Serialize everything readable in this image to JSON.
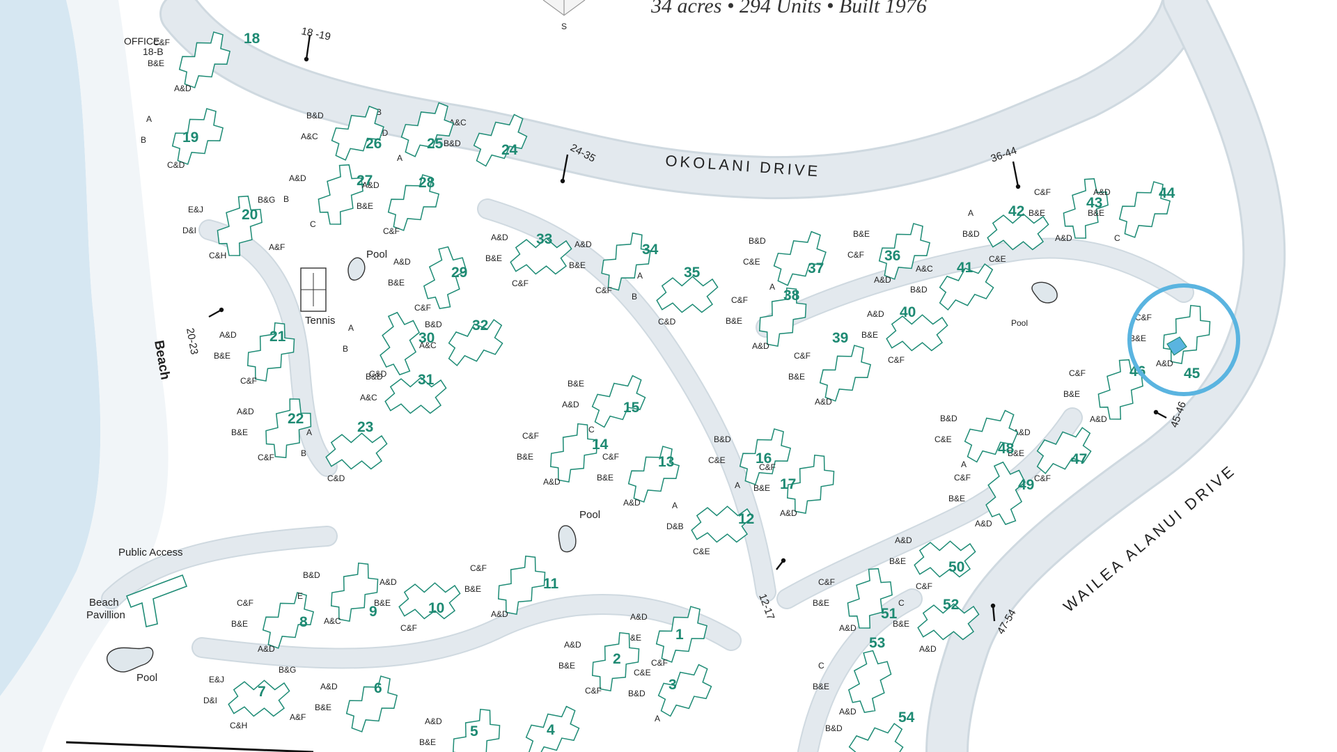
{
  "header": {
    "subtitle": "34 acres • 294 Units • Built 1976"
  },
  "compass": {
    "label": "S"
  },
  "streets": {
    "okolani": "OKOLANI DRIVE",
    "wailea": "WAILEA ALANUI DRIVE"
  },
  "labels": {
    "office": "OFFICE",
    "office_sub": "18-B",
    "beach": "Beach",
    "tennis": "Tennis",
    "pool": "Pool",
    "public_access": "Public Access",
    "beach_pavilion_1": "Beach",
    "beach_pavilion_2": "Pavillion"
  },
  "access_arrows": [
    "18 -19",
    "24-35",
    "36-44",
    "20-23",
    "12-17",
    "45-46",
    "47-54"
  ],
  "highlight": {
    "building": "45",
    "color": "#5ab4e0"
  },
  "colors": {
    "building_outline": "#1f8c76",
    "building_number": "#1e8a73",
    "water": "#d6e7f2"
  },
  "buildings": [
    {
      "n": "1",
      "units": [
        "A&D",
        "B&E",
        "C&F"
      ]
    },
    {
      "n": "2",
      "units": [
        "A&D",
        "B&E",
        "C&F"
      ]
    },
    {
      "n": "3",
      "units": [
        "C&E",
        "B&D",
        "A"
      ]
    },
    {
      "n": "4",
      "units": []
    },
    {
      "n": "5",
      "units": [
        "A&D",
        "B&E"
      ]
    },
    {
      "n": "6",
      "units": [
        "A&D",
        "B&E"
      ]
    },
    {
      "n": "7",
      "units": [
        "E&J",
        "D&I",
        "C&H",
        "B&G",
        "A&F"
      ]
    },
    {
      "n": "8",
      "units": [
        "C&F",
        "B&E",
        "A&D"
      ]
    },
    {
      "n": "9",
      "units": [
        "B&D",
        "E",
        "A&C"
      ]
    },
    {
      "n": "10",
      "units": [
        "A&D",
        "B&E",
        "C&F"
      ]
    },
    {
      "n": "11",
      "units": [
        "C&F",
        "B&E",
        "A&D"
      ]
    },
    {
      "n": "12",
      "units": [
        "A",
        "D&B",
        "C&E"
      ]
    },
    {
      "n": "13",
      "units": [
        "C&F",
        "B&E",
        "A&D"
      ]
    },
    {
      "n": "14",
      "units": [
        "C&F",
        "B&E",
        "A&D"
      ]
    },
    {
      "n": "15",
      "units": [
        "B&E",
        "A&D",
        "C"
      ]
    },
    {
      "n": "16",
      "units": [
        "B&D",
        "C&E",
        "A"
      ]
    },
    {
      "n": "17",
      "units": [
        "C&F",
        "B&E",
        "A&D"
      ]
    },
    {
      "n": "18",
      "units": [
        "C&F",
        "B&E",
        "A&D"
      ]
    },
    {
      "n": "19",
      "units": [
        "A",
        "B",
        "C&D"
      ]
    },
    {
      "n": "20",
      "units": [
        "E&J",
        "D&I",
        "C&H",
        "B&G",
        "A&F"
      ]
    },
    {
      "n": "21",
      "units": [
        "A&D",
        "B&E",
        "C&F"
      ]
    },
    {
      "n": "22",
      "units": [
        "A&D",
        "B&E",
        "C&F"
      ]
    },
    {
      "n": "23",
      "units": [
        "A",
        "B",
        "C&D"
      ]
    },
    {
      "n": "24",
      "units": [
        "A&C",
        "B&D"
      ]
    },
    {
      "n": "25",
      "units": [
        "B",
        "C&D",
        "A"
      ]
    },
    {
      "n": "26",
      "units": [
        "B&D",
        "A&C"
      ]
    },
    {
      "n": "27",
      "units": [
        "A&D",
        "B",
        "C"
      ]
    },
    {
      "n": "28",
      "units": [
        "A&D",
        "B&E",
        "C&F"
      ]
    },
    {
      "n": "29",
      "units": [
        "A&D",
        "B&E",
        "C&F"
      ]
    },
    {
      "n": "30",
      "units": [
        "A",
        "B",
        "C&D"
      ]
    },
    {
      "n": "31",
      "units": [
        "B&D",
        "A&C"
      ]
    },
    {
      "n": "32",
      "units": [
        "B&D",
        "A&C"
      ]
    },
    {
      "n": "33",
      "units": [
        "A&D",
        "B&E",
        "C&F"
      ]
    },
    {
      "n": "34",
      "units": [
        "A&D",
        "B&E",
        "C&F"
      ]
    },
    {
      "n": "35",
      "units": [
        "A",
        "B",
        "C&D"
      ]
    },
    {
      "n": "36",
      "units": [
        "B&E",
        "C&F",
        "A&D"
      ]
    },
    {
      "n": "37",
      "units": [
        "B&D",
        "C&E",
        "A"
      ]
    },
    {
      "n": "38",
      "units": [
        "C&F",
        "B&E",
        "A&D"
      ]
    },
    {
      "n": "39",
      "units": [
        "C&F",
        "B&E",
        "A&D"
      ]
    },
    {
      "n": "40",
      "units": [
        "A&D",
        "B&E",
        "C&F"
      ]
    },
    {
      "n": "41",
      "units": [
        "A&C",
        "B&D"
      ]
    },
    {
      "n": "42",
      "units": [
        "A",
        "B&D",
        "C&E"
      ]
    },
    {
      "n": "43",
      "units": [
        "C&F",
        "B&E",
        "A&D"
      ]
    },
    {
      "n": "44",
      "units": [
        "A&D",
        "B&E",
        "C"
      ]
    },
    {
      "n": "45",
      "units": [
        "C&F",
        "B&E",
        "A&D"
      ]
    },
    {
      "n": "46",
      "units": [
        "C&F",
        "B&E",
        "A&D"
      ]
    },
    {
      "n": "47",
      "units": [
        "A&D",
        "B&E",
        "C&F"
      ]
    },
    {
      "n": "48",
      "units": [
        "B&D",
        "C&E",
        "A"
      ]
    },
    {
      "n": "49",
      "units": [
        "C&F",
        "B&E",
        "A&D"
      ]
    },
    {
      "n": "50",
      "units": [
        "A&D",
        "B&E",
        "C&F"
      ]
    },
    {
      "n": "51",
      "units": [
        "C&F",
        "B&E",
        "A&D"
      ]
    },
    {
      "n": "52",
      "units": [
        "C",
        "B&E",
        "A&D"
      ]
    },
    {
      "n": "53",
      "units": [
        "C",
        "B&E",
        "A&D"
      ]
    },
    {
      "n": "54",
      "units": [
        "B&D"
      ]
    }
  ]
}
